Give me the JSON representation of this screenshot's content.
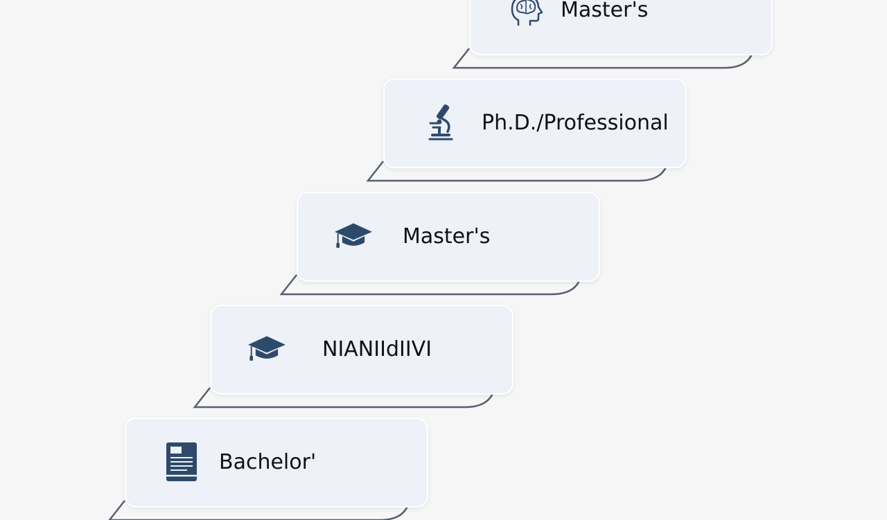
{
  "steps": [
    {
      "label": "Master's",
      "icon": "head-brain-icon"
    },
    {
      "label": "Ph.D./Professional",
      "icon": "microscope-icon"
    },
    {
      "label": "Master's",
      "icon": "graduation-cap-icon"
    },
    {
      "label": "NIANIIdIIVI",
      "icon": "graduation-cap-icon"
    },
    {
      "label": "Bachelor'",
      "icon": "book-icon"
    }
  ],
  "colors": {
    "background": "#f6f6f6",
    "card": "#eef1f8",
    "outline": "#56606e",
    "icon": "#2d4a6b"
  }
}
